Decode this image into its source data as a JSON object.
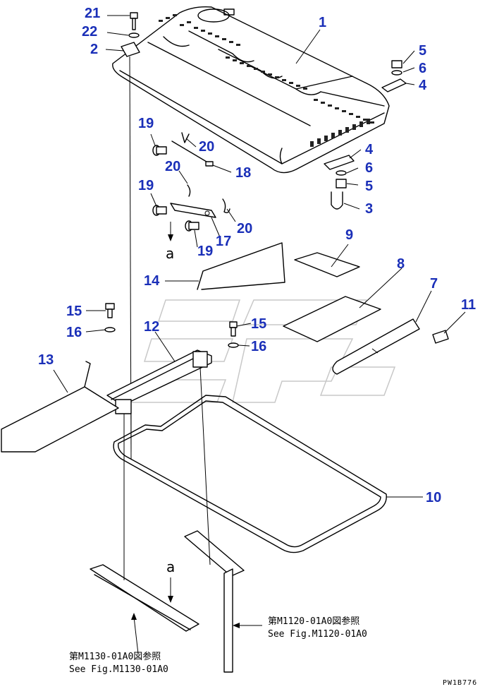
{
  "callouts": [
    {
      "id": "c21",
      "text": "21"
    },
    {
      "id": "c22",
      "text": "22"
    },
    {
      "id": "c2",
      "text": "2"
    },
    {
      "id": "c1",
      "text": "1"
    },
    {
      "id": "c5a",
      "text": "5"
    },
    {
      "id": "c6a",
      "text": "6"
    },
    {
      "id": "c4a",
      "text": "4"
    },
    {
      "id": "c19a",
      "text": "19"
    },
    {
      "id": "c20a",
      "text": "20"
    },
    {
      "id": "c18",
      "text": "18"
    },
    {
      "id": "c4b",
      "text": "4"
    },
    {
      "id": "c6b",
      "text": "6"
    },
    {
      "id": "c5b",
      "text": "5"
    },
    {
      "id": "c3",
      "text": "3"
    },
    {
      "id": "c20b",
      "text": "20"
    },
    {
      "id": "c19b",
      "text": "19"
    },
    {
      "id": "c20c",
      "text": "20"
    },
    {
      "id": "c17",
      "text": "17"
    },
    {
      "id": "c19c",
      "text": "19"
    },
    {
      "id": "c9",
      "text": "9"
    },
    {
      "id": "c8",
      "text": "8"
    },
    {
      "id": "c14",
      "text": "14"
    },
    {
      "id": "c7",
      "text": "7"
    },
    {
      "id": "c11",
      "text": "11"
    },
    {
      "id": "c15a",
      "text": "15"
    },
    {
      "id": "c16a",
      "text": "16"
    },
    {
      "id": "c12",
      "text": "12"
    },
    {
      "id": "c15b",
      "text": "15"
    },
    {
      "id": "c16b",
      "text": "16"
    },
    {
      "id": "c13",
      "text": "13"
    },
    {
      "id": "c10",
      "text": "10"
    }
  ],
  "letters": {
    "a_top": "a",
    "a_bottom": "a"
  },
  "references": {
    "right_jp": "第M1120-01A0図参照",
    "right_en": "See Fig.M1120-01A0",
    "left_jp": "第M1130-01A0図参照",
    "left_en": "See Fig.M1130-01A0"
  },
  "drawing_code": "PW1B776"
}
